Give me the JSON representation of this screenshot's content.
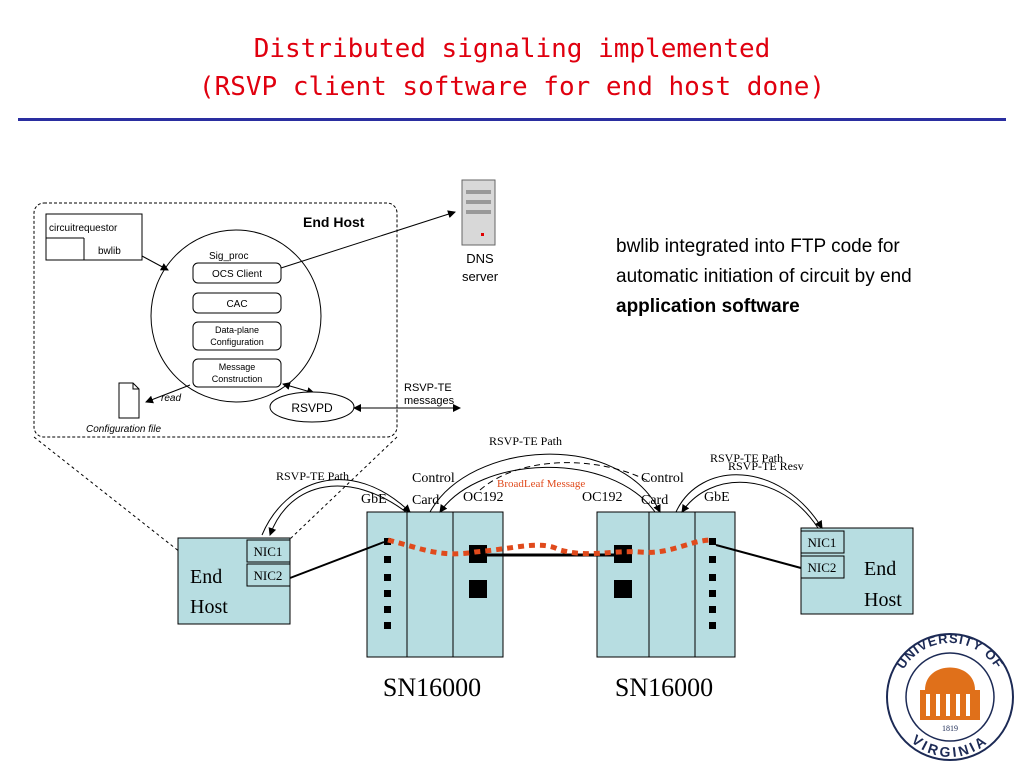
{
  "slide": {
    "title_line1": "Distributed signaling implemented",
    "title_line2": "(RSVP client software for end host done)",
    "description_prefix": "bwlib integrated into FTP code for automatic initiation of circuit by end ",
    "description_bold": "application software"
  },
  "end_host_box": {
    "title": "End Host",
    "circuitrequestor": "circuitrequestor",
    "bwlib": "bwlib",
    "sig_proc": "Sig_proc",
    "ocs_client": "OCS Client",
    "cac": "CAC",
    "dataplane_line1": "Data-plane",
    "dataplane_line2": "Configuration",
    "message_line1": "Message",
    "message_line2": "Construction",
    "rsvpd": "RSVPD",
    "read": "read",
    "config_file": "Configuration file",
    "rsvp_te_line1": "RSVP-TE",
    "rsvp_te_line2": "messages"
  },
  "dns": {
    "line1": "DNS",
    "line2": "server"
  },
  "network": {
    "left_host": {
      "line1": "End",
      "line2": "Host",
      "nic1": "NIC1",
      "nic2": "NIC2"
    },
    "right_host": {
      "line1": "End",
      "line2": "Host",
      "nic1": "NIC1",
      "nic2": "NIC2"
    },
    "switch_label": "SN16000",
    "control_line1": "Control",
    "control_line2": "Card",
    "gbe": "GbE",
    "oc192": "OC192",
    "rsvp_path_left": "RSVP-TE Path",
    "rsvp_path_top": "RSVP-TE Path",
    "rsvp_path_right": "RSVP-TE Path",
    "rsvp_resv_right": "RSVP-TE Resv",
    "broadleaf": "BroadLeaf Message"
  },
  "logo": {
    "top_text": "UNIVERSITY OF",
    "bottom_text": "VIRGINIA",
    "year": "1819"
  },
  "colors": {
    "title": "#e0000f",
    "rule": "#2a2ea0",
    "box_fill": "#b7dde1",
    "dash_path": "#e04a1c",
    "logo_orange": "#e0701a",
    "logo_navy": "#1c2a55"
  }
}
